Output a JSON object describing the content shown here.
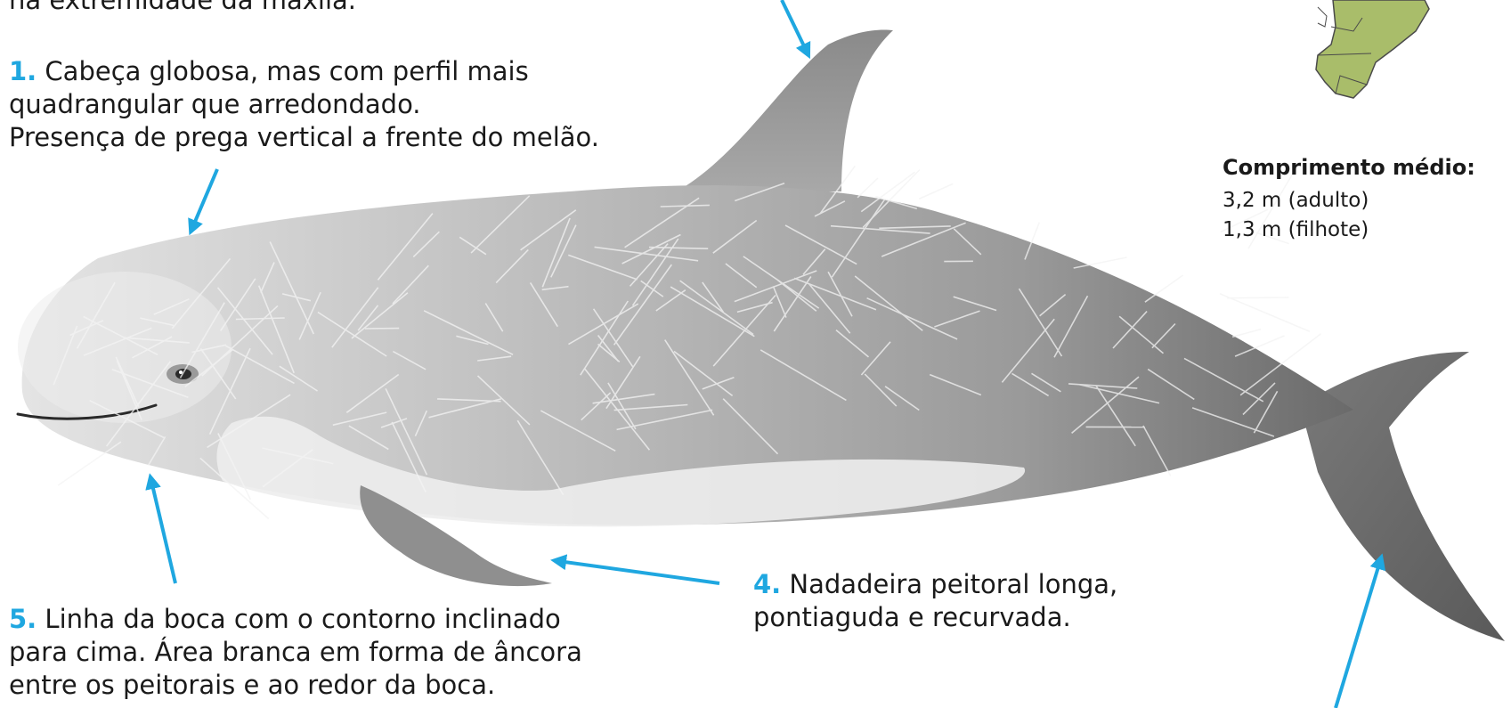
{
  "notes": {
    "top_fragment": "na extremidade da maxila.",
    "n1": {
      "number": "1.",
      "lines": [
        "Cabeça globosa, mas com perfil mais",
        "quadrangular que arredondado.",
        "Presença de prega vertical a frente do melão."
      ]
    },
    "n4": {
      "number": "4.",
      "lines": [
        "Nadadeira peitoral longa,",
        "pontiaguda e recurvada."
      ]
    },
    "n5": {
      "number": "5.",
      "lines": [
        "Linha da boca com o contorno inclinado",
        "para cima. Área branca em forma de âncora",
        "entre os peitorais e ao redor da boca."
      ]
    }
  },
  "length": {
    "title": "Comprimento médio:",
    "adult": "3,2 m (adulto)",
    "calf": "1,3 m (filhote)"
  },
  "colors": {
    "accent": "#1fa7e0",
    "map_fill": "#a9bd6a",
    "body_dark": "#6f6f6f",
    "body_light": "#e6e6e6"
  },
  "icons": {
    "map": "region-map-icon",
    "whale": "dolphin-illustration"
  }
}
